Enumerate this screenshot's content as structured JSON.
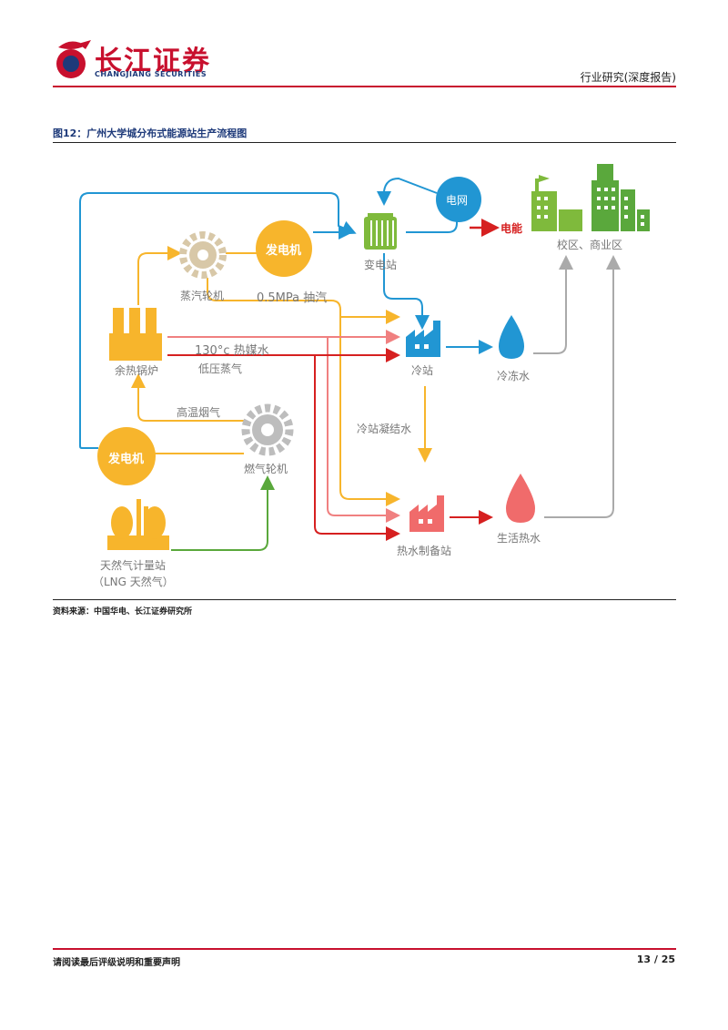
{
  "header": {
    "brand_cn": "长江证券",
    "brand_en": "CHANGJIANG SECURITIES",
    "report_type": "行业研究(深度报告)"
  },
  "figure": {
    "title": "图12：广州大学城分布式能源站生产流程图",
    "source": "资料来源：中国华电、长江证券研究所"
  },
  "diagram": {
    "generator_top": "发电机",
    "generator_bottom": "发电机",
    "grid": "电网",
    "steam_turbine": "蒸汽轮机",
    "pressure_label": "0.5MPa 抽汽",
    "substation": "变电站",
    "power_label": "电能",
    "campus": "校区、商业区",
    "waste_heat_boiler": "余热锅炉",
    "hot_water_label": "130°c 热媒水",
    "low_pressure_steam": "低压蒸气",
    "cold_station": "冷站",
    "chilled_water": "冷冻水",
    "high_temp_flue": "高温烟气",
    "cold_condensate": "冷站凝结水",
    "gas_turbine": "燃气轮机",
    "hot_water_station": "热水制备站",
    "domestic_hot_water": "生活热水",
    "gas_metering_1": "天然气计量站",
    "gas_metering_2": "（LNG 天然气）"
  },
  "colors": {
    "accent_red": "#c8102e",
    "orange": "#f7b52c",
    "blue": "#2196d3",
    "green": "#5aa83c",
    "pink": "#f06b6b",
    "gray": "#aaaaaa"
  },
  "footer": {
    "disclaimer": "请阅读最后评级说明和重要声明",
    "page": "13 / 25"
  }
}
